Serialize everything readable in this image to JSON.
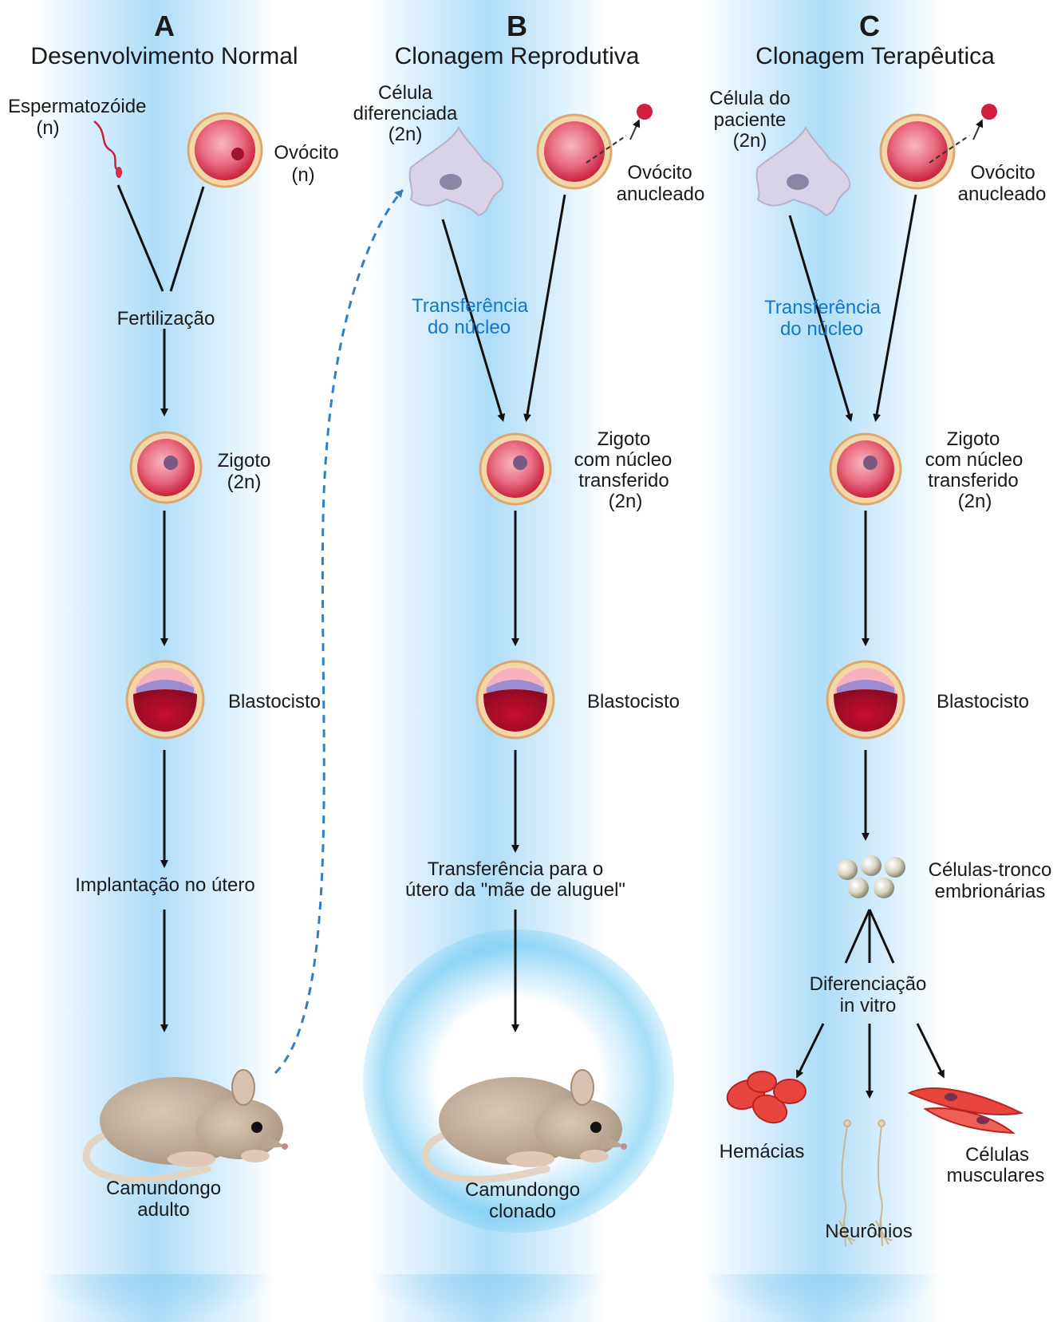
{
  "columns": [
    {
      "letter": "A",
      "title": "Desenvolvimento Normal",
      "sperm": [
        "Espermatozóide",
        "(n)"
      ],
      "oocyte": [
        "Ovócito",
        "(n)"
      ],
      "fertilization": "Fertilização",
      "zygote": [
        "Zigoto",
        "(2n)"
      ],
      "blastocyst": "Blastocisto",
      "implantation": "Implantação no útero",
      "result": [
        "Camundongo",
        "adulto"
      ]
    },
    {
      "letter": "B",
      "title": "Clonagem Reprodutiva",
      "donor": [
        "Célula",
        "diferenciada",
        "(2n)"
      ],
      "oocyte": [
        "Ovócito",
        "anucleado"
      ],
      "transfer": [
        "Transferência",
        "do núcleo"
      ],
      "zygote": [
        "Zigoto",
        "com núcleo",
        "transferido",
        "(2n)"
      ],
      "blastocyst": "Blastocisto",
      "surrogate": [
        "Transferência para o",
        "útero da \"mãe de aluguel\""
      ],
      "result": [
        "Camundongo",
        "clonado"
      ]
    },
    {
      "letter": "C",
      "title": "Clonagem Terapêutica",
      "donor": [
        "Célula do",
        "paciente",
        "(2n)"
      ],
      "oocyte": [
        "Ovócito",
        "anucleado"
      ],
      "transfer": [
        "Transferência",
        "do núcleo"
      ],
      "zygote": [
        "Zigoto",
        "com núcleo",
        "transferido",
        "(2n)"
      ],
      "blastocyst": "Blastocisto",
      "stem_cells": [
        "Células-tronco",
        "embrionárias"
      ],
      "differentiation": [
        "Diferenciação",
        "in vitro"
      ],
      "red_cells": "Hemácias",
      "neurons": "Neurônios",
      "muscle": [
        "Células",
        "musculares"
      ]
    }
  ],
  "colors": {
    "glow": "#9fd5f5",
    "transfer_text": "#1478c8",
    "cell": "#e0435a",
    "arrow": "#111111"
  }
}
